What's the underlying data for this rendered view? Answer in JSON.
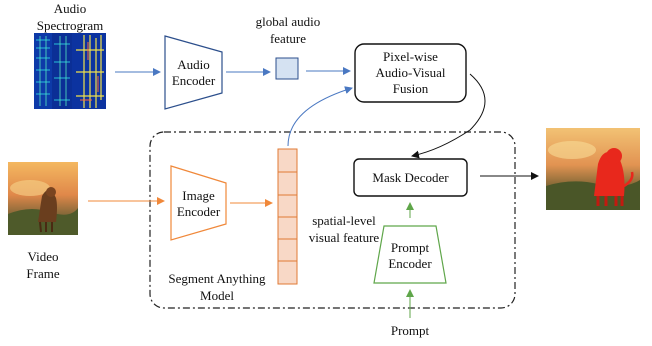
{
  "labels": {
    "audio_spectrogram": "Audio\nSpectrogram",
    "audio_encoder": "Audio\nEncoder",
    "global_audio_feature": "global audio\nfeature",
    "fusion": "Pixel-wise\nAudio-Visual\nFusion",
    "mask_decoder": "Mask Decoder",
    "video_frame": "Video\nFrame",
    "image_encoder": "Image\nEncoder",
    "spatial_feature": "spatial-level\nvisual feature",
    "prompt_encoder": "Prompt\nEncoder",
    "sam": "Segment Anything\nModel",
    "prompt": "Prompt"
  },
  "colors": {
    "audio_blue": "#4a78c2",
    "visual_orange": "#f0883a",
    "prompt_green": "#5fa64a",
    "feature_fill": "#f8d8c6",
    "global_feature_fill": "#d5e2f2",
    "mask_red": "#e8281c"
  }
}
